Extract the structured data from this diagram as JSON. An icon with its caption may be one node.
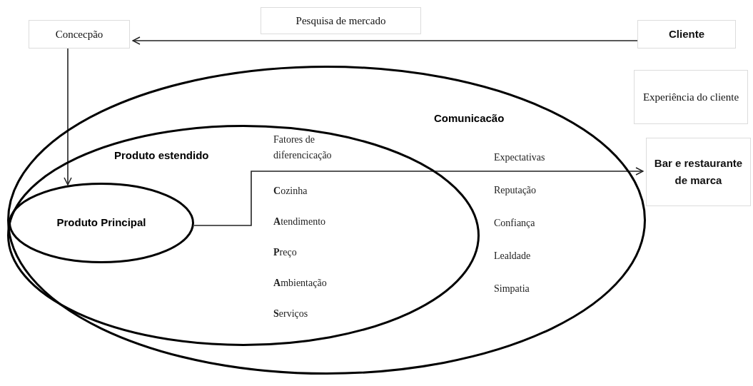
{
  "diagram": {
    "nodes": [
      {
        "text": [
          "Concecpão"
        ]
      },
      {
        "text": [
          "Pesquisa de mercado"
        ]
      },
      {
        "text": [
          "Cliente"
        ]
      },
      {
        "text": [
          "Experiência do cliente"
        ]
      },
      {
        "text": [
          "Comunicacão",
          "Expectativas",
          "Reputação",
          "Confiança",
          "Lealdade",
          "Simpatia"
        ]
      },
      {
        "text": [
          "Produto estendido",
          "Fatores de diferencicação",
          "**C**ozinha",
          "**A**tendimento",
          "**P**reço",
          "**A**mbientação",
          "**S**erviços"
        ],
        "in": 4
      },
      {
        "text": [
          "Produto Principal"
        ],
        "in": 5
      },
      {
        "text": [
          "Bar e restaurante de marca"
        ]
      }
    ],
    "edges": [
      {
        "from": 2,
        "to": 0,
        "arrow": "to"
      },
      {
        "from": 0,
        "to": 6,
        "arrow": "to"
      },
      {
        "from": 6,
        "to": 7,
        "arrow": "to"
      }
    ]
  }
}
